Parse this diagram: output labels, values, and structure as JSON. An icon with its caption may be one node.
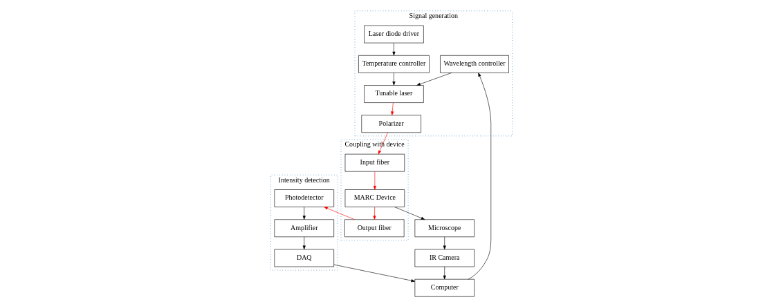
{
  "diagram": {
    "nodes": [
      {
        "text": [
          "Signal generation"
        ]
      },
      {
        "text": [
          "Temperature controller"
        ],
        "in": 0
      },
      {
        "text": [
          "Laser diode driver"
        ],
        "in": 0
      },
      {
        "text": [
          "Tunable laser"
        ],
        "in": 0
      },
      {
        "text": [
          "Polarizer"
        ],
        "in": 0
      },
      {
        "text": [
          "Wavelength controller"
        ],
        "in": 0
      },
      {
        "text": [
          "Coupling with device"
        ]
      },
      {
        "text": [
          "Input fiber"
        ],
        "in": 6
      },
      {
        "text": [
          "MARC Device"
        ],
        "in": 6
      },
      {
        "text": [
          "Output fiber"
        ],
        "in": 6
      },
      {
        "text": [
          "Intensity detection"
        ]
      },
      {
        "text": [
          "Photodetector"
        ],
        "in": 10
      },
      {
        "text": [
          "Amplifier"
        ],
        "in": 10
      },
      {
        "text": [
          "DAQ"
        ],
        "in": 10
      },
      {
        "text": [
          "Microscope"
        ]
      },
      {
        "text": [
          "IR Camera"
        ]
      },
      {
        "text": [
          "Computer"
        ]
      }
    ],
    "edges": [
      {
        "from": 2,
        "to": 1,
        "arrow": "to"
      },
      {
        "from": 1,
        "to": 3,
        "arrow": "to"
      },
      {
        "from": 5,
        "to": 3,
        "arrow": "to"
      },
      {
        "from": 3,
        "to": 4,
        "arrow": "to",
        "color": "#ff0000"
      },
      {
        "from": 4,
        "to": 7,
        "arrow": "to",
        "color": "#ff0000"
      },
      {
        "from": 7,
        "to": 8,
        "arrow": "to",
        "color": "#ff0000"
      },
      {
        "from": 8,
        "to": 9,
        "arrow": "to",
        "color": "#ff0000"
      },
      {
        "from": 9,
        "to": 11,
        "arrow": "to",
        "color": "#ff0000"
      },
      {
        "from": 11,
        "to": 12,
        "arrow": "to"
      },
      {
        "from": 12,
        "to": 13,
        "arrow": "to"
      },
      {
        "from": 8,
        "to": 14,
        "arrow": "to"
      },
      {
        "from": 14,
        "to": 15,
        "arrow": "to"
      },
      {
        "from": 15,
        "to": 16,
        "arrow": "to"
      },
      {
        "from": 13,
        "to": 16,
        "arrow": "to"
      },
      {
        "from": 16,
        "to": 5,
        "arrow": "to"
      }
    ]
  }
}
